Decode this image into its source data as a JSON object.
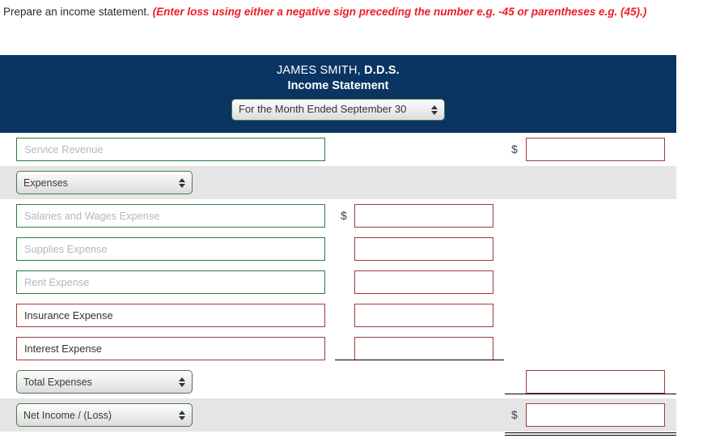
{
  "instruction": {
    "prompt": "Prepare an income statement.",
    "note": "(Enter loss using either a negative sign preceding the number e.g. -45 or parentheses e.g. (45).)",
    "note_color": "#ee1c25"
  },
  "statement": {
    "company": "JAMES SMITH,",
    "company_suffix": "D.D.S.",
    "title": "Income Statement",
    "period_select": {
      "selected": "For the Month Ended September 30",
      "icon": "updown-arrows-icon"
    },
    "header_color": "#0a3462"
  },
  "rows": [
    {
      "id": "service-revenue",
      "kind": "input",
      "label": "Service Revenue",
      "label_is_placeholder": true,
      "label_border": "#2f7a3c",
      "amount_column": "right",
      "dollar_sign": "$",
      "amount_value": "",
      "shaded": false
    },
    {
      "id": "expenses",
      "kind": "select",
      "label": "Expenses",
      "label_is_placeholder": false,
      "amount_column": "none",
      "dollar_sign": "",
      "amount_value": "",
      "shaded": true
    },
    {
      "id": "salaries-and-wages-expense",
      "kind": "input",
      "label": "Salaries and Wages Expense",
      "label_is_placeholder": true,
      "label_border": "#2f7a3c",
      "amount_column": "mid",
      "dollar_sign": "$",
      "amount_value": "",
      "shaded": false
    },
    {
      "id": "supplies-expense",
      "kind": "input",
      "label": "Supplies Expense",
      "label_is_placeholder": true,
      "label_border": "#2f7a3c",
      "amount_column": "mid",
      "dollar_sign": "",
      "amount_value": "",
      "shaded": false
    },
    {
      "id": "rent-expense",
      "kind": "input",
      "label": "Rent Expense",
      "label_is_placeholder": true,
      "label_border": "#2f7a3c",
      "amount_column": "mid",
      "dollar_sign": "",
      "amount_value": "",
      "shaded": false
    },
    {
      "id": "insurance-expense",
      "kind": "input",
      "label": "Insurance Expense",
      "label_is_placeholder": false,
      "label_border": "#a03a3a",
      "amount_column": "mid",
      "dollar_sign": "",
      "amount_value": "",
      "shaded": false
    },
    {
      "id": "interest-expense",
      "kind": "input",
      "label": "Interest Expense",
      "label_is_placeholder": false,
      "label_border": "#a03a3a",
      "amount_column": "mid",
      "dollar_sign": "",
      "amount_value": "",
      "shaded": false
    },
    {
      "id": "total-expenses",
      "kind": "select",
      "label": "Total Expenses",
      "label_is_placeholder": false,
      "amount_column": "right",
      "dollar_sign": "",
      "amount_value": "",
      "shaded": false
    },
    {
      "id": "net-income-loss",
      "kind": "select",
      "label": "Net Income / (Loss)",
      "label_is_placeholder": false,
      "amount_column": "right",
      "dollar_sign": "$",
      "amount_value": "",
      "shaded": true
    }
  ]
}
